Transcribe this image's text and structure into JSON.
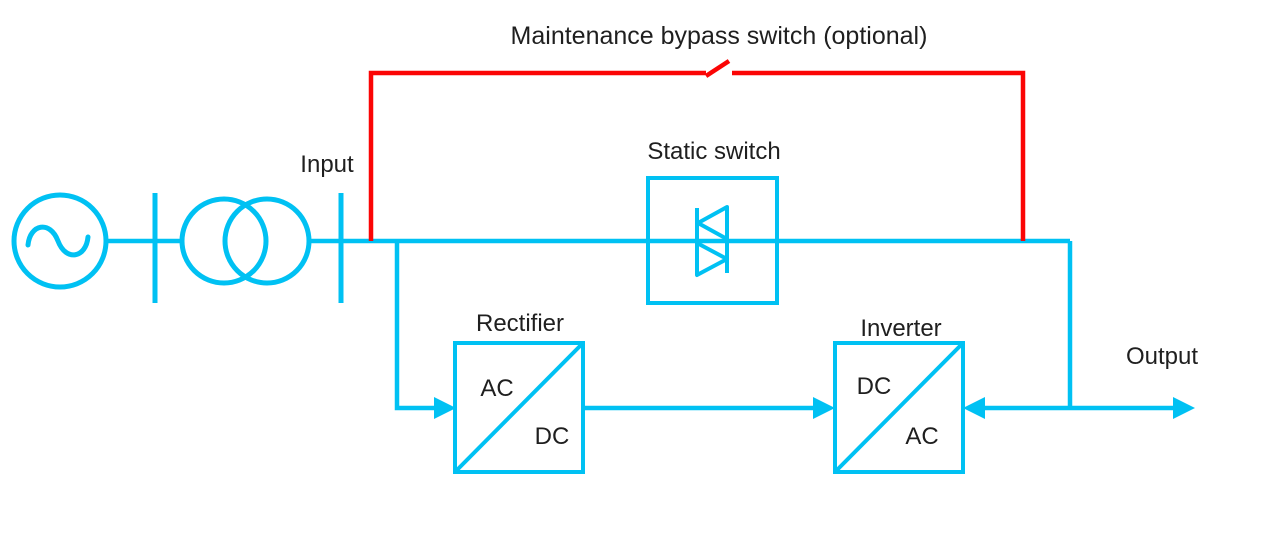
{
  "title": "Maintenance bypass switch (optional)",
  "labels": {
    "input": "Input",
    "static_switch": "Static switch",
    "rectifier": "Rectifier",
    "inverter": "Inverter",
    "output": "Output",
    "rectifier_top": "AC",
    "rectifier_bottom": "DC",
    "inverter_top": "DC",
    "inverter_bottom": "AC"
  },
  "icons": {
    "ac_source": "ac-source-icon",
    "transformer": "transformer-icon",
    "busbar": "busbar-icon",
    "bypass_switch": "open-switch-icon",
    "static_switch": "triac-icon",
    "flow_arrows": "arrowhead-icon"
  },
  "colors": {
    "circuit": "#00c1f3",
    "bypass_line": "#fb0505",
    "text": "#1f1f1f",
    "background": "#ffffff"
  }
}
